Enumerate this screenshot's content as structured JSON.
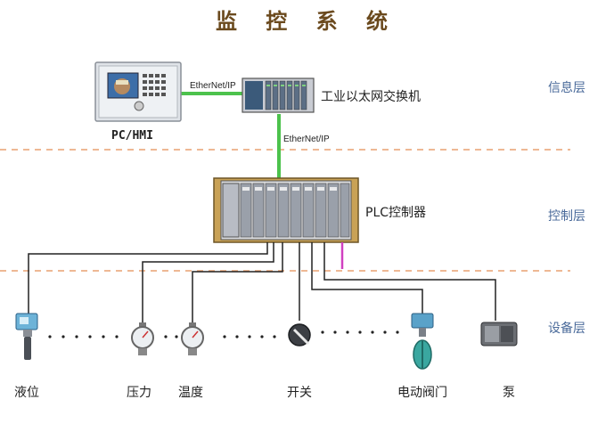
{
  "title": "监 控 系 统",
  "layers": {
    "info": "信息层",
    "control": "控制层",
    "device": "设备层"
  },
  "nodes": {
    "pc_hmi": "PC/HMI",
    "switch": "工业以太网交换机",
    "plc": "PLC控制器"
  },
  "links": {
    "pc_to_switch": "EtherNet/IP",
    "switch_to_plc": "EtherNet/IP"
  },
  "devices": {
    "level": "液位",
    "pressure": "压力",
    "temperature": "温度",
    "switch": "开关",
    "valve": "电动阀门",
    "pump": "泵"
  },
  "colors": {
    "ethernet": "#4cc24c",
    "layer_divider": "#e8a070",
    "plc_frame": "#c9a256",
    "magenta_wire": "#d040c0",
    "layer_text": "#4a6a9a",
    "title": "#6b4a1e"
  }
}
